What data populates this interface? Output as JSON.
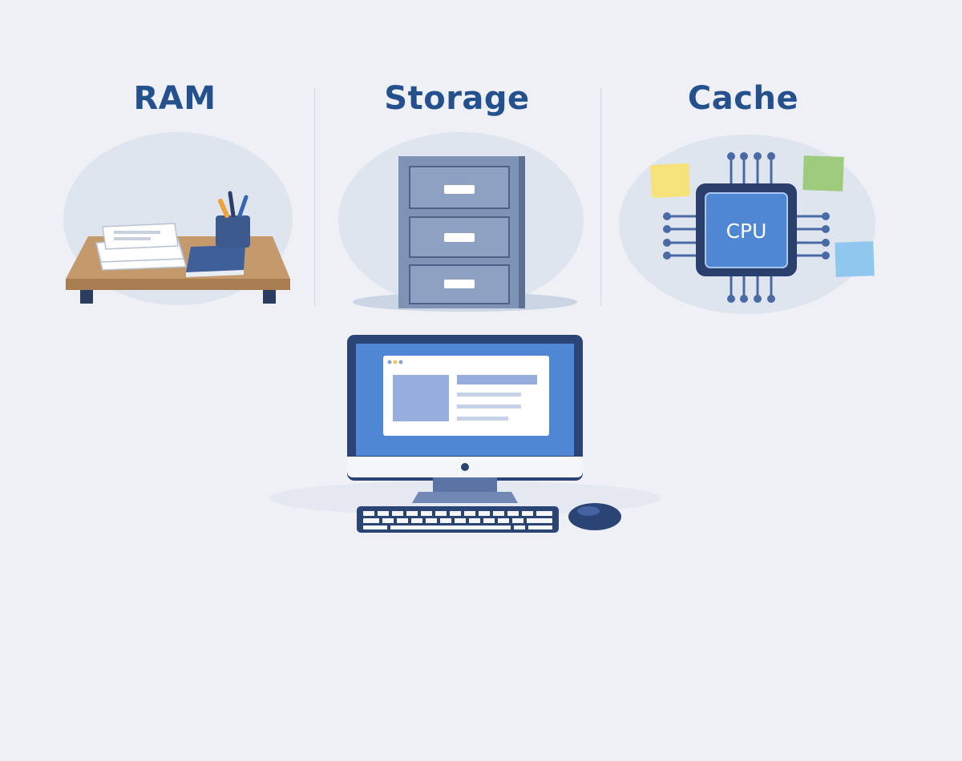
{
  "panels": [
    {
      "id": "ram",
      "title": "RAM",
      "icon": "desk-with-papers-icon"
    },
    {
      "id": "storage",
      "title": "Storage",
      "icon": "filing-cabinet-icon"
    },
    {
      "id": "cache",
      "title": "Cache",
      "icon": "cpu-chip-icon"
    }
  ],
  "cpu_chip": {
    "label": "CPU"
  },
  "computer": {
    "icon": "desktop-computer-icon"
  },
  "colors": {
    "accent": "#24508d",
    "background": "#eef0f5",
    "desk_wood": "#c49a6c",
    "cabinet": "#7f93b6",
    "screen": "#4f87d4",
    "sticky_yellow": "#f5e27a",
    "sticky_green": "#9fcb7e",
    "sticky_blue": "#8fc7ee"
  }
}
